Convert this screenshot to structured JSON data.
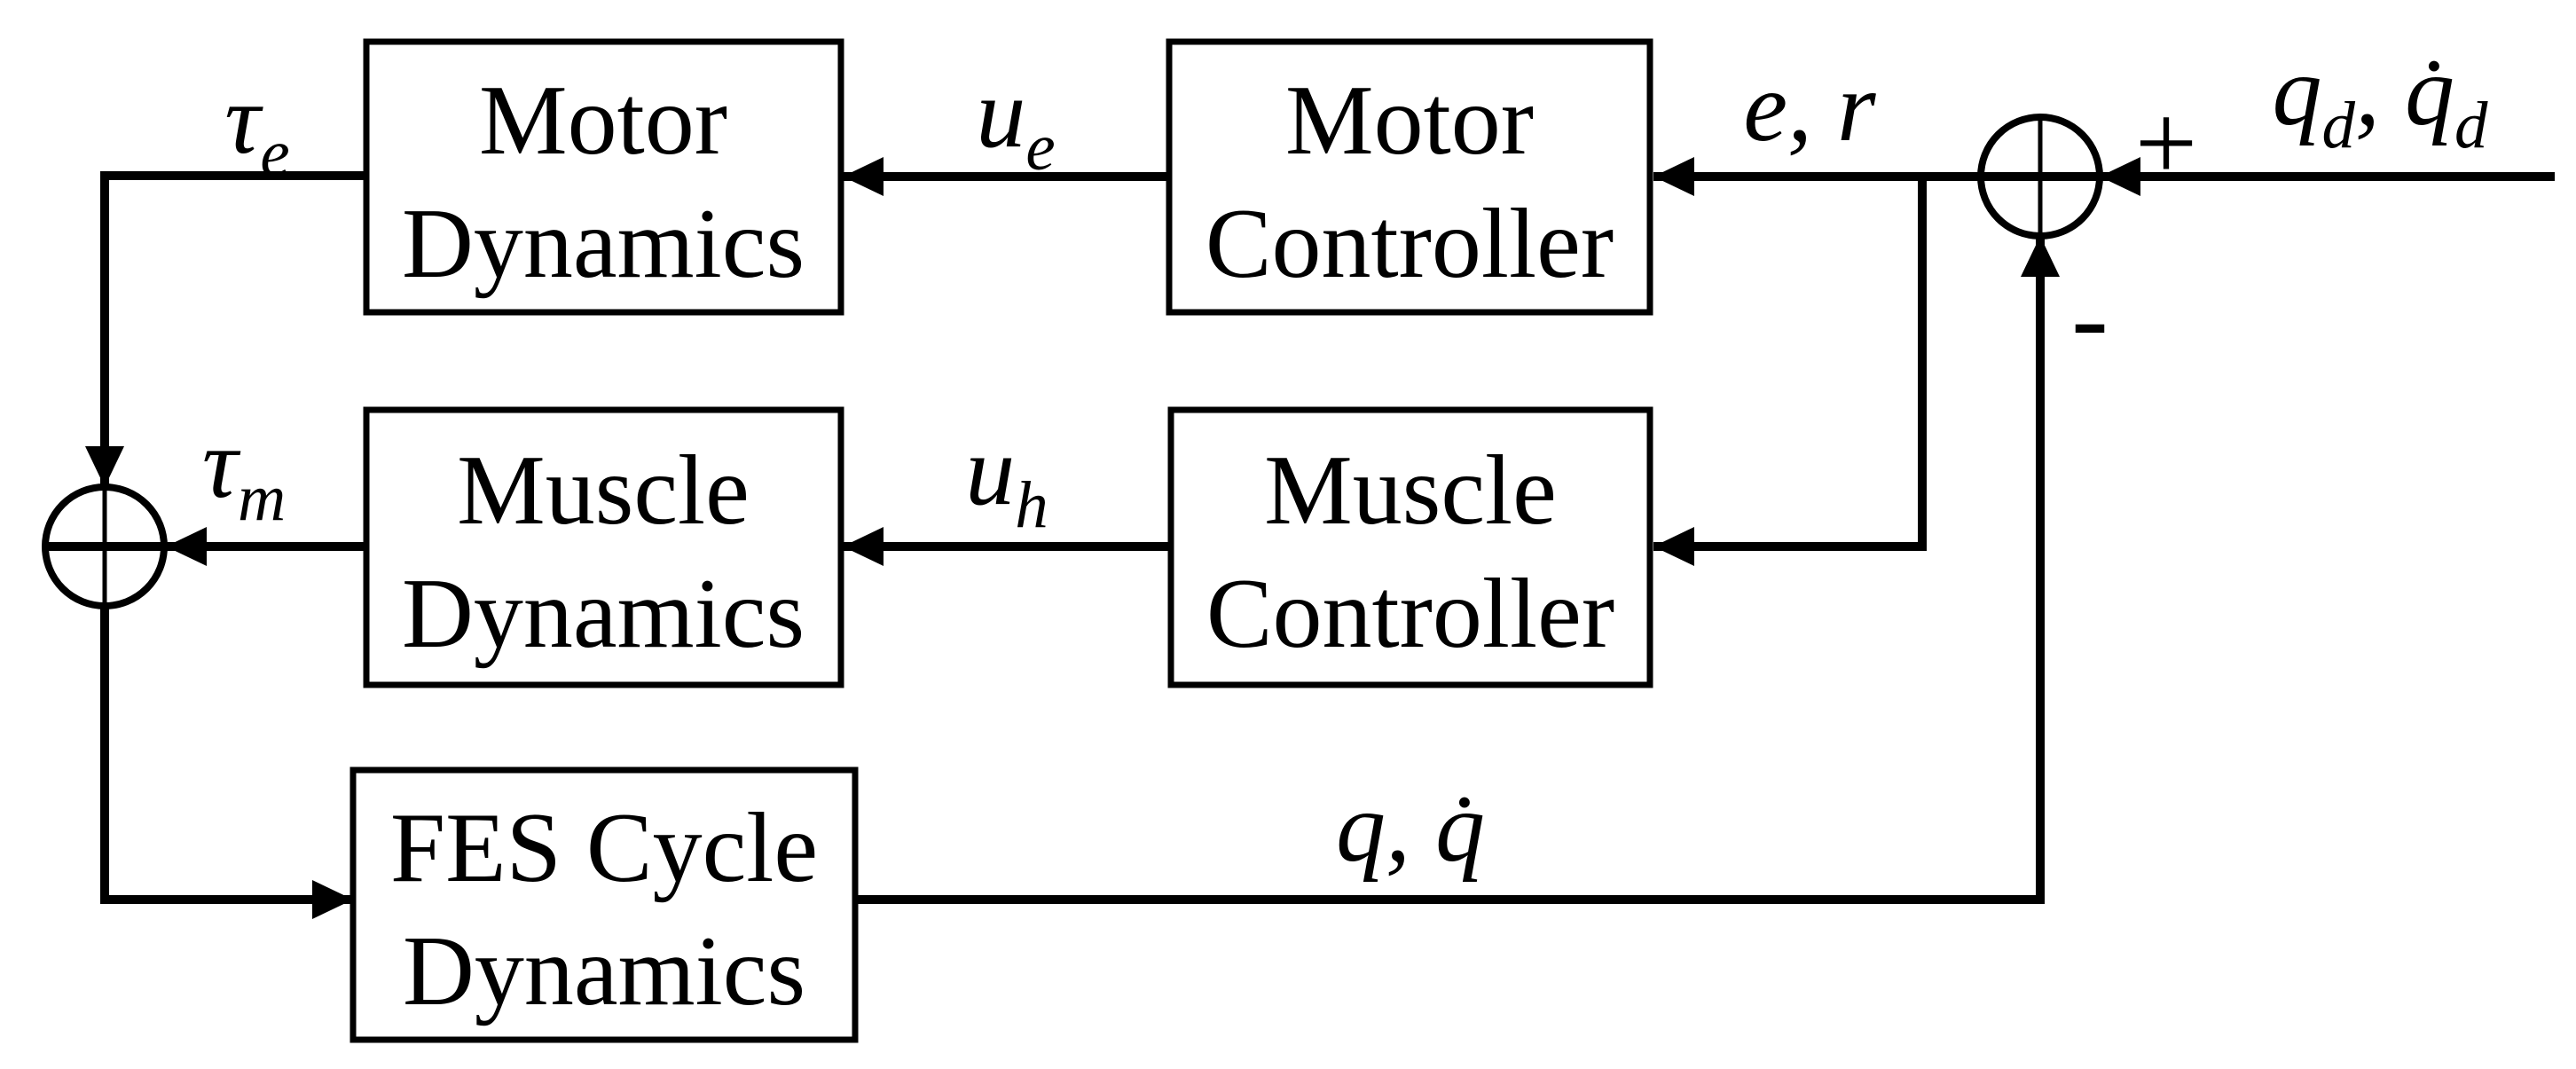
{
  "figure": {
    "type": "control-system-block-diagram",
    "background_color": "#ffffff",
    "line_color": "#000000",
    "blocks": [
      {
        "id": "motor-dynamics",
        "line1": "Motor",
        "line2": "Dynamics"
      },
      {
        "id": "motor-controller",
        "line1": "Motor",
        "line2": "Controller"
      },
      {
        "id": "muscle-dynamics",
        "line1": "Muscle",
        "line2": "Dynamics"
      },
      {
        "id": "muscle-controller",
        "line1": "Muscle",
        "line2": "Controller"
      },
      {
        "id": "fes-cycle-dynamics",
        "line1": "FES Cycle",
        "line2": "Dynamics"
      }
    ],
    "signals": {
      "tau_e": {
        "base": "τ",
        "sub": "e"
      },
      "u_e": {
        "base": "u",
        "sub": "e"
      },
      "e_r": {
        "text": "e, r"
      },
      "q_d": {
        "base": "q",
        "sub": "d",
        "sep": ", ",
        "base2": "q̇",
        "sub2": "d"
      },
      "tau_m": {
        "base": "τ",
        "sub": "m"
      },
      "u_h": {
        "base": "u",
        "sub": "h"
      },
      "q": {
        "text": "q, q̇"
      },
      "plus_sign": "+",
      "minus_sign": "-"
    },
    "junctions": [
      {
        "id": "tracking-error-summing-junction"
      },
      {
        "id": "torque-summing-junction"
      }
    ]
  }
}
